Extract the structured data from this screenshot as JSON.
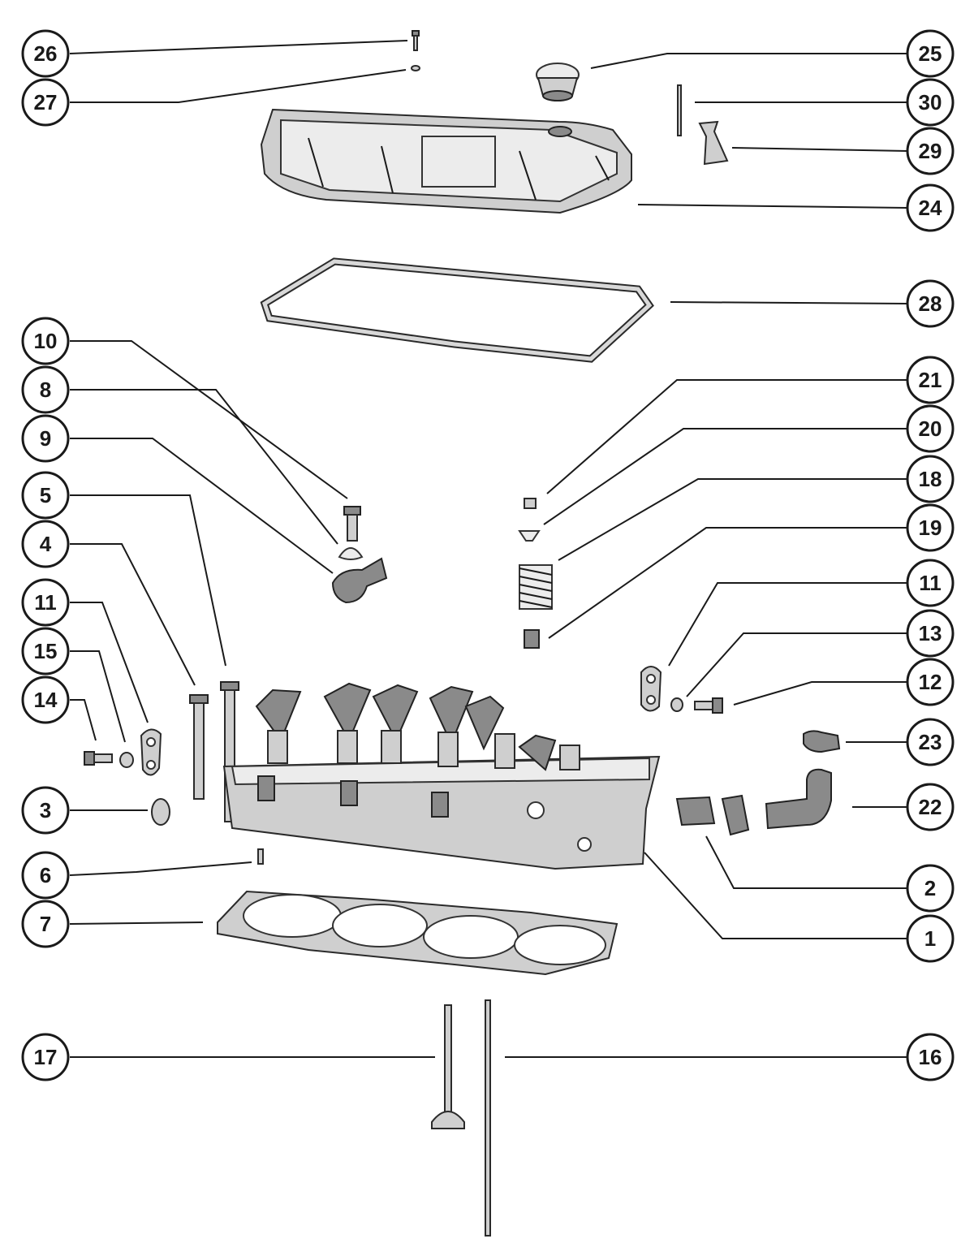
{
  "callouts": {
    "c26": "26",
    "c27": "27",
    "c25": "25",
    "c30": "30",
    "c29": "29",
    "c24": "24",
    "c28": "28",
    "c10": "10",
    "c8": "8",
    "c9": "9",
    "c5": "5",
    "c4": "4",
    "c11a": "11",
    "c15": "15",
    "c14": "14",
    "c3": "3",
    "c6": "6",
    "c7": "7",
    "c21": "21",
    "c20": "20",
    "c18": "18",
    "c19": "19",
    "c11b": "11",
    "c13": "13",
    "c12": "12",
    "c23": "23",
    "c22": "22",
    "c2": "2",
    "c1": "1",
    "c17": "17",
    "c16": "16"
  }
}
